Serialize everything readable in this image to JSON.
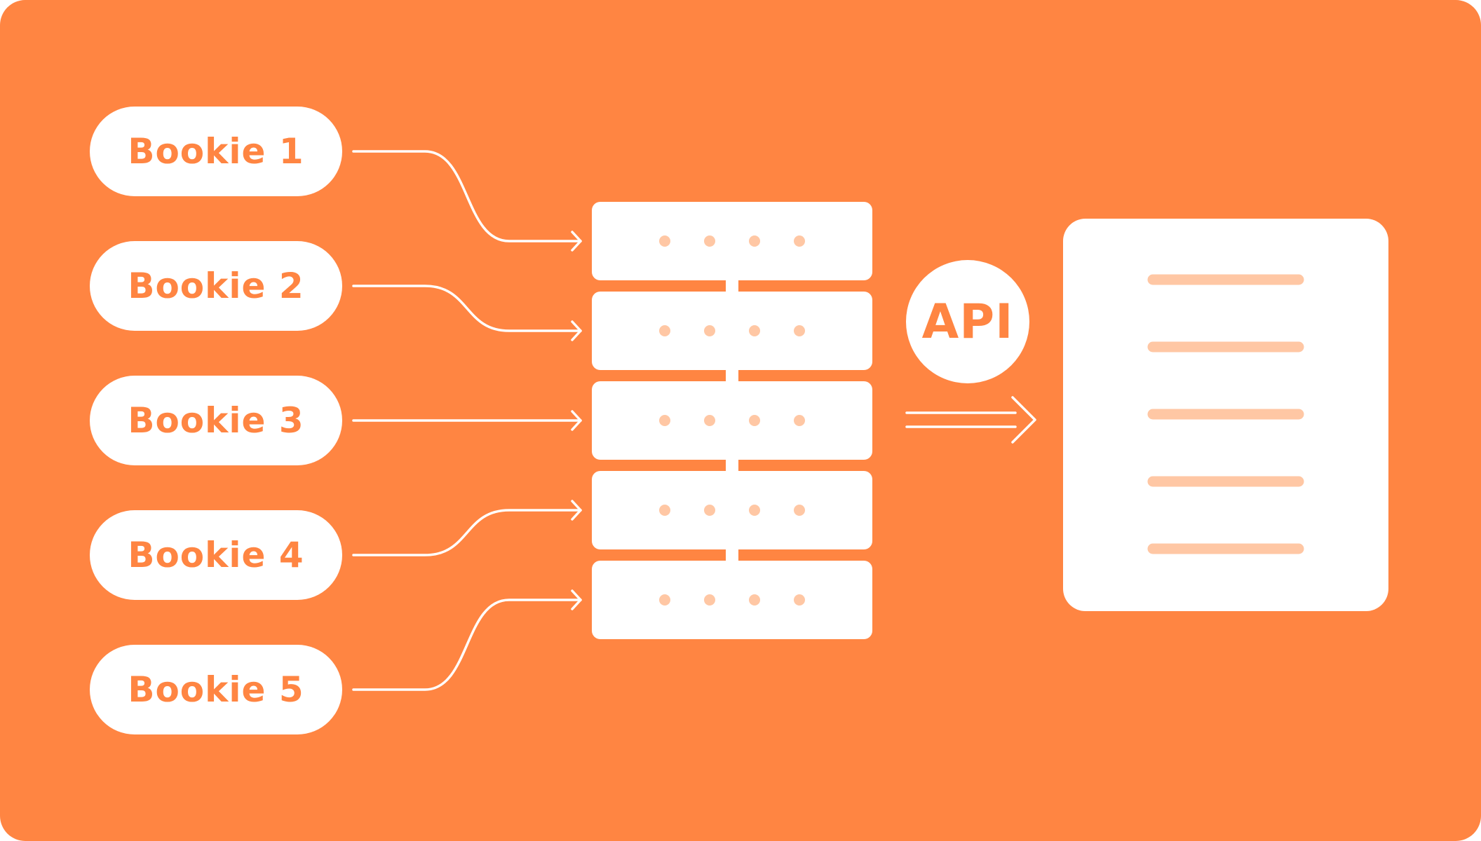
{
  "colors": {
    "background": "#FF8542",
    "foreground": "#FFFFFF",
    "accent_text": "#FF8542",
    "dot": "#FFC7A4",
    "doc_line": "#FFC7A4"
  },
  "bookies": [
    {
      "label": "Bookie 1"
    },
    {
      "label": "Bookie 2"
    },
    {
      "label": "Bookie 3"
    },
    {
      "label": "Bookie 4"
    },
    {
      "label": "Bookie 5"
    }
  ],
  "server_stack": {
    "units": 5,
    "dots_per_unit": 4
  },
  "api": {
    "label": "API"
  },
  "document": {
    "line_count": 5
  }
}
